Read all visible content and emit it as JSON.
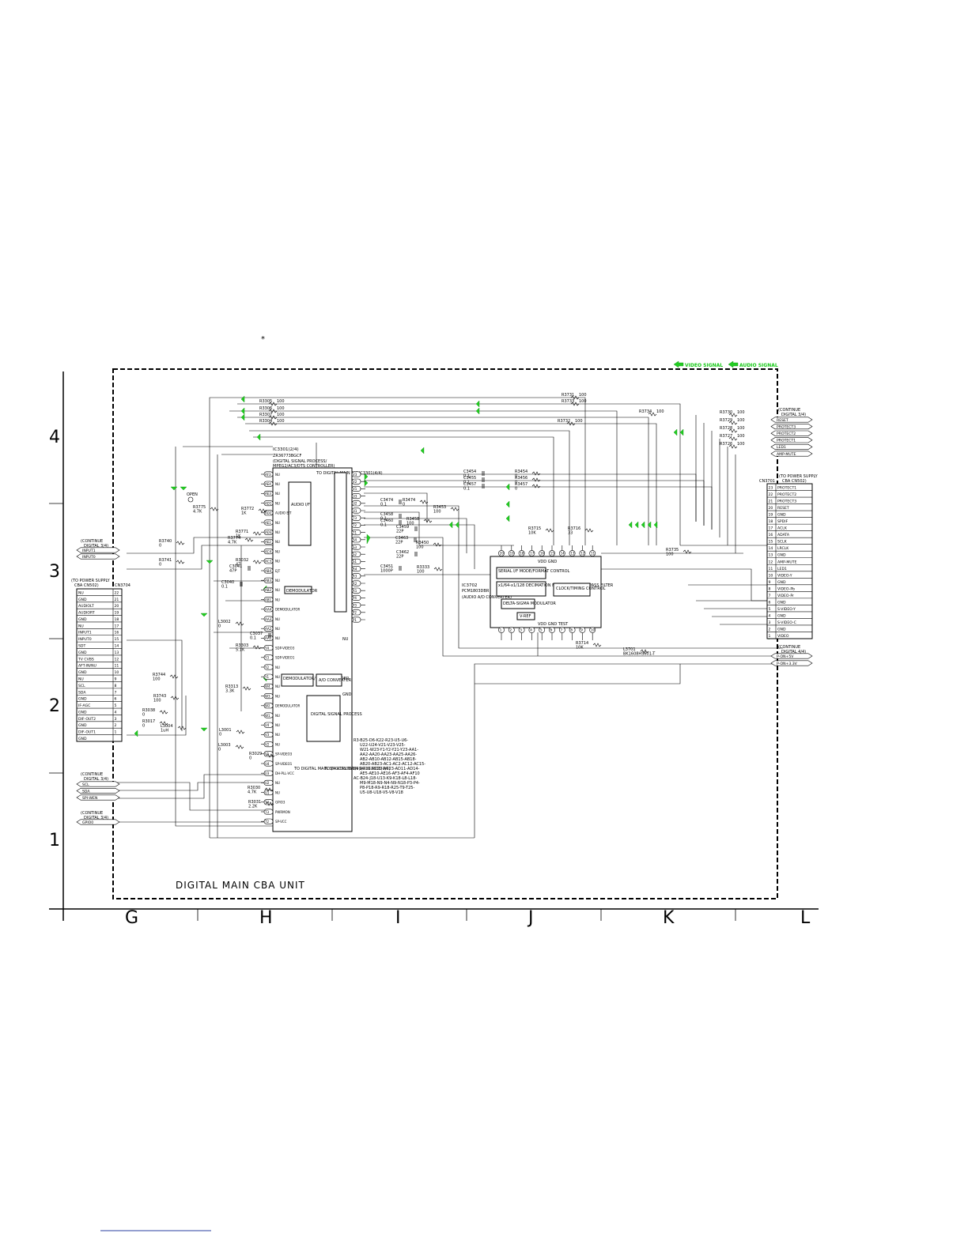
{
  "sheet": {
    "star": "*",
    "legend": {
      "video": "VIDEO SIGNAL",
      "audio": "AUDIO SIGNAL"
    },
    "unit_title": "DIGITAL MAIN CBA UNIT",
    "col_labels": [
      "G",
      "H",
      "I",
      "J",
      "K",
      "L"
    ],
    "row_labels": [
      "4",
      "3",
      "2",
      "1"
    ]
  },
  "main_ic": {
    "ref": "IC3301(2/4)",
    "part": "ZR36773BGCF",
    "desc1": "(DIGITAL SIGNAL PROCESS/",
    "desc2": "MPEG2/AC3/DTS CONTROLLER)",
    "blocks": {
      "audio_if": "AUDIO I/F",
      "to_digital_top": "TO DIGITAL MAIN 3/4 IC3301(4/4)",
      "demod": "DEMODULATOR",
      "demod_mpeg": "DEMODULATOR/ MPEG DECODER",
      "ad": "A/D CONVERTER",
      "dsp": "DIGITAL SIGNAL PROCESS",
      "to_dm_a": "TO DIGITAL MAIN 3/4 IC3301(3/4)",
      "to_dm_b": "TO DIGITAL MAIN 1/4 IC3301(1/4)"
    },
    "left_pins": [
      "AF3",
      "AE4",
      "AE3",
      "AD1",
      "AD2",
      "AE1",
      "AD3",
      "AE2",
      "AC4",
      "AC3",
      "AB4",
      "AB3",
      "AB2",
      "AB1",
      "AA4",
      "AA3",
      "AA2",
      "AA1",
      "Y4",
      "Y3",
      "Y2",
      "Y1",
      "W4",
      "W3",
      "W2",
      "W1",
      "V4",
      "V3",
      "V2",
      "V1",
      "U4",
      "U3",
      "U2",
      "U1",
      "T4",
      "T3",
      "T2"
    ],
    "left_names": [
      "NU",
      "NU",
      "NU",
      "NU",
      "AUDIO EJT",
      "NU",
      "NU",
      "NU",
      "NU",
      "NU",
      "EJT",
      "NU",
      "NU",
      "NU",
      "DEMODULATOR",
      "NU",
      "NU",
      "NU",
      "SDP-VIDEO3",
      "SDP-VIDEO1",
      "NU",
      "NU",
      "NU",
      "NU",
      "DEMODULATOR",
      "NU",
      "NU",
      "NU",
      "NU",
      "SP-VIDEO3",
      "SP-VIDEO1",
      "DH-PLL-VCC",
      "NU",
      "NU",
      "GPIO3",
      "PWRMON",
      "SP-VCC"
    ],
    "right_pins": [
      "V3",
      "V2",
      "V1",
      "U3",
      "U2",
      "U1",
      "T3",
      "T2",
      "T1",
      "S4",
      "S3",
      "S2",
      "S1",
      "R4",
      "R3",
      "R2",
      "R1",
      "P4",
      "P3",
      "P2",
      "P1"
    ],
    "gnd_label": "GND",
    "nu": "NU",
    "footnote1": "R3-B25-D6-K22-R23-U5-U6-",
    "footnote2": "U22-U24-V21-V23-V25-",
    "footnote3": "W21-W23-Y1-Y2-Y21-Y23-AA1-",
    "footnote4": "AA2-AA20-AA23-AA25-AA26-",
    "footnote5": "AB2-AB10-AB12-AB15-AB18-",
    "footnote6": "AB20-AB23-AC1-AC2-AC12-AC15-",
    "footnote7": "AC19-AC20-AC23-AD11-AD14-",
    "footnote8": "AE5-AE10-AE16-AF3-AF4-AF10",
    "footnote9": "AC-B24-J18-U13-K9-K18-L8-L18-",
    "footnote10": "M9-M18-N9-N4-N9-N18-P3-P4-",
    "footnote11": "P8-P18-R9-R18-R25-T9-T25-",
    "footnote12": "U5-U8-U18-V5-V8-V18"
  },
  "adc": {
    "ref": "IC3702",
    "part": "PCM1803DBR",
    "desc": "(AUDIO A/D CONVERTER)",
    "blocks": {
      "serial": "SERIAL I/F MODE/FORMAT CONTROL",
      "decim": "x1/64-x1/128 DECIMATION FILTER WITH HIGH PASS FILTER",
      "clock": "CLOCK/TIMING CONTROL",
      "delta": "DELTA-SIGMA MODULATOR",
      "vref": "V-REF"
    },
    "top_pins": [
      "20",
      "19",
      "18",
      "17",
      "16",
      "15",
      "14",
      "13",
      "12",
      "11"
    ],
    "bottom_pins": [
      "1",
      "2",
      "3",
      "4",
      "5",
      "6",
      "7",
      "8",
      "9",
      "10"
    ],
    "top_names": "VDD  GND",
    "bottom_names": "VDD  GND     TEST"
  },
  "left_connector": {
    "note1": "(TO POWER SUPPLY",
    "note2": "CBA CN502)",
    "ref": "CN3704",
    "pins": [
      "NU",
      "GND",
      "AUDIOLT",
      "AUDIORT",
      "GND",
      "NU",
      "INPUT1",
      "INPUT0",
      "SDT",
      "GND",
      "TV CVBS",
      "AFT-IN/NU",
      "GND",
      "NU",
      "SCL",
      "SDA",
      "GND",
      "IF-AGC",
      "GND",
      "DIF-OUT2",
      "GND",
      "DIF-OUT1",
      "GND"
    ],
    "nums": [
      "22",
      "21",
      "20",
      "19",
      "18",
      "17",
      "16",
      "15",
      "14",
      "13",
      "12",
      "11",
      "10",
      "9",
      "8",
      "7",
      "6",
      "5",
      "4",
      "3",
      "2",
      "1",
      ""
    ]
  },
  "right_connector": {
    "note1": "(TO POWER SUPPLY",
    "note2": "CBA CN502)",
    "ref": "CN3701",
    "pins": [
      "PROTECT1",
      "PROTECT2",
      "PROTECT3",
      "RESET",
      "GND",
      "SPDIF",
      "ACLK",
      "ADATA",
      "SCLK",
      "LRCLK",
      "GND",
      "AMP-MUTE",
      "LED1",
      "VIDEO-Y",
      "GND",
      "VIDEO-Pb",
      "VIDEO-Pr",
      "GND",
      "S-VIDEO-Y",
      "GND",
      "S-VIDEO-C",
      "GND",
      "VIDEO"
    ],
    "nums": [
      "23",
      "22",
      "21",
      "20",
      "19",
      "18",
      "17",
      "16",
      "15",
      "14",
      "13",
      "12",
      "11",
      "10",
      "9",
      "8",
      "7",
      "6",
      "5",
      "4",
      "3",
      "2",
      "1"
    ]
  },
  "right_top_flags": {
    "note1": "(CONTINUE",
    "note2": "DIGITAL 3/4)",
    "items": [
      "RESET",
      "PROTECT3",
      "PROTECT2",
      "PROTECT1",
      "LED1",
      "AMP-MUTE"
    ]
  },
  "right_bottom_flags": {
    "note1": "(CONTINUE",
    "note2": "DIGITAL 4/4)",
    "items": [
      "P-ON+5V",
      "P-ON+3.3V"
    ]
  },
  "left_flags": {
    "top": {
      "note1": "(CONTINUE",
      "note2": "DIGITAL 3/4)",
      "items": [
        "INPUT1",
        "INPUT0"
      ]
    },
    "mid": {
      "note1": "(CONTINUE",
      "note2": "DIGITAL 3/4)",
      "items": [
        "SCL",
        "SDA",
        "SPI-WEN"
      ]
    },
    "bot": {
      "note1": "(CONTINUE",
      "note2": "DIGITAL 3/4)",
      "items": [
        "GPIO0"
      ]
    }
  },
  "parts": {
    "top_res": [
      {
        "ref": "R3305",
        "val": "100"
      },
      {
        "ref": "R3306",
        "val": "100"
      },
      {
        "ref": "R3307",
        "val": "100"
      },
      {
        "ref": "R3304",
        "val": "100"
      },
      {
        "ref": "R3731",
        "val": "100"
      },
      {
        "ref": "R3733",
        "val": "100"
      },
      {
        "ref": "R3732",
        "val": "100"
      },
      {
        "ref": "R3734",
        "val": "100"
      }
    ],
    "right_res": [
      {
        "ref": "R3730",
        "val": "100"
      },
      {
        "ref": "R3729",
        "val": "100"
      },
      {
        "ref": "R3728",
        "val": "100"
      },
      {
        "ref": "R3727",
        "val": "100"
      },
      {
        "ref": "R3726",
        "val": "100"
      }
    ],
    "mid_parts": [
      {
        "ref": "C3454",
        "val": "0.1"
      },
      {
        "ref": "C3455",
        "val": "0.1"
      },
      {
        "ref": "C3457",
        "val": "0.1"
      },
      {
        "ref": "R3454",
        "val": "0"
      },
      {
        "ref": "R3456",
        "val": "0"
      },
      {
        "ref": "R3457",
        "val": "0"
      },
      {
        "ref": "C3474",
        "val": "0.1"
      },
      {
        "ref": "R3474",
        "val": "0"
      },
      {
        "ref": "C3458",
        "val": "0.1"
      },
      {
        "ref": "R3458",
        "val": "100"
      },
      {
        "ref": "C3459",
        "val": "22P"
      },
      {
        "ref": "C3460",
        "val": "0.1"
      },
      {
        "ref": "C3463",
        "val": "22P"
      },
      {
        "ref": "C3462",
        "val": "22P"
      },
      {
        "ref": "R3450",
        "val": "100"
      },
      {
        "ref": "R3453",
        "val": "100"
      },
      {
        "ref": "C3451",
        "val": "1000P"
      },
      {
        "ref": "R3333",
        "val": "100"
      },
      {
        "ref": "R3715",
        "val": "10K"
      },
      {
        "ref": "R3716",
        "val": "33"
      },
      {
        "ref": "R3735",
        "val": "100"
      },
      {
        "ref": "R3714",
        "val": "10K"
      },
      {
        "ref": "L3701",
        "val": "BK1608HS601-T"
      },
      {
        "ref": "R3740",
        "val": "0"
      },
      {
        "ref": "R3741",
        "val": "0"
      },
      {
        "ref": "R3772",
        "val": "1K"
      },
      {
        "ref": "R3771",
        "val": "1K"
      },
      {
        "ref": "R3774",
        "val": "4.7K"
      },
      {
        "ref": "R3775",
        "val": "4.7K"
      },
      {
        "ref": "R3303",
        "val": "5.1K"
      },
      {
        "ref": "R3313",
        "val": "3.3K"
      },
      {
        "ref": "R3029",
        "val": "0"
      },
      {
        "ref": "R3030",
        "val": "4.7K"
      },
      {
        "ref": "R3031",
        "val": "2.2K"
      },
      {
        "ref": "R3032",
        "val": "47"
      },
      {
        "ref": "C3041",
        "val": "47P"
      },
      {
        "ref": "C3040",
        "val": "0.1"
      },
      {
        "ref": "C3037",
        "val": "0.1"
      },
      {
        "ref": "L3002",
        "val": "0"
      },
      {
        "ref": "L3001",
        "val": "0"
      },
      {
        "ref": "L3003",
        "val": "0"
      },
      {
        "ref": "L3004",
        "val": "1uH"
      },
      {
        "ref": "R3744",
        "val": "100"
      },
      {
        "ref": "R3743",
        "val": "100"
      },
      {
        "ref": "R3038",
        "val": "0"
      },
      {
        "ref": "R3017",
        "val": "0"
      }
    ],
    "open_label": "OPEN"
  }
}
